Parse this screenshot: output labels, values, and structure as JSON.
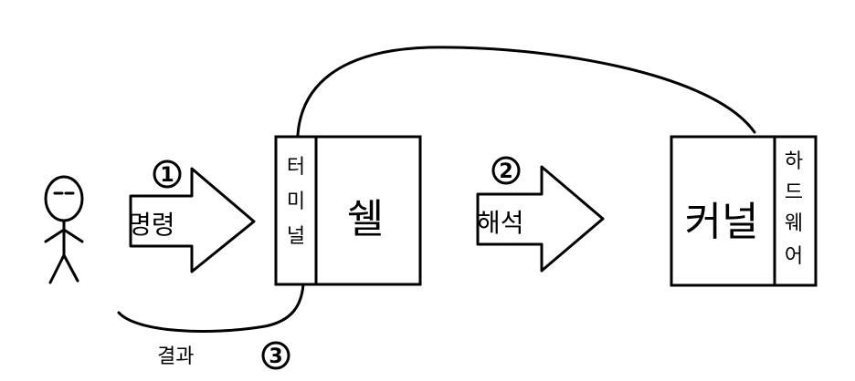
{
  "terminal": {
    "chars": [
      "터",
      "미",
      "널"
    ]
  },
  "shell": {
    "label": "쉘"
  },
  "kernel": {
    "label": "커널"
  },
  "hardware": {
    "chars": [
      "하",
      "드",
      "웨",
      "어"
    ]
  },
  "step1": {
    "number": "1",
    "label": "명령"
  },
  "step2": {
    "number": "2",
    "label": "해석"
  },
  "step3": {
    "number": "3",
    "label": "결과"
  }
}
